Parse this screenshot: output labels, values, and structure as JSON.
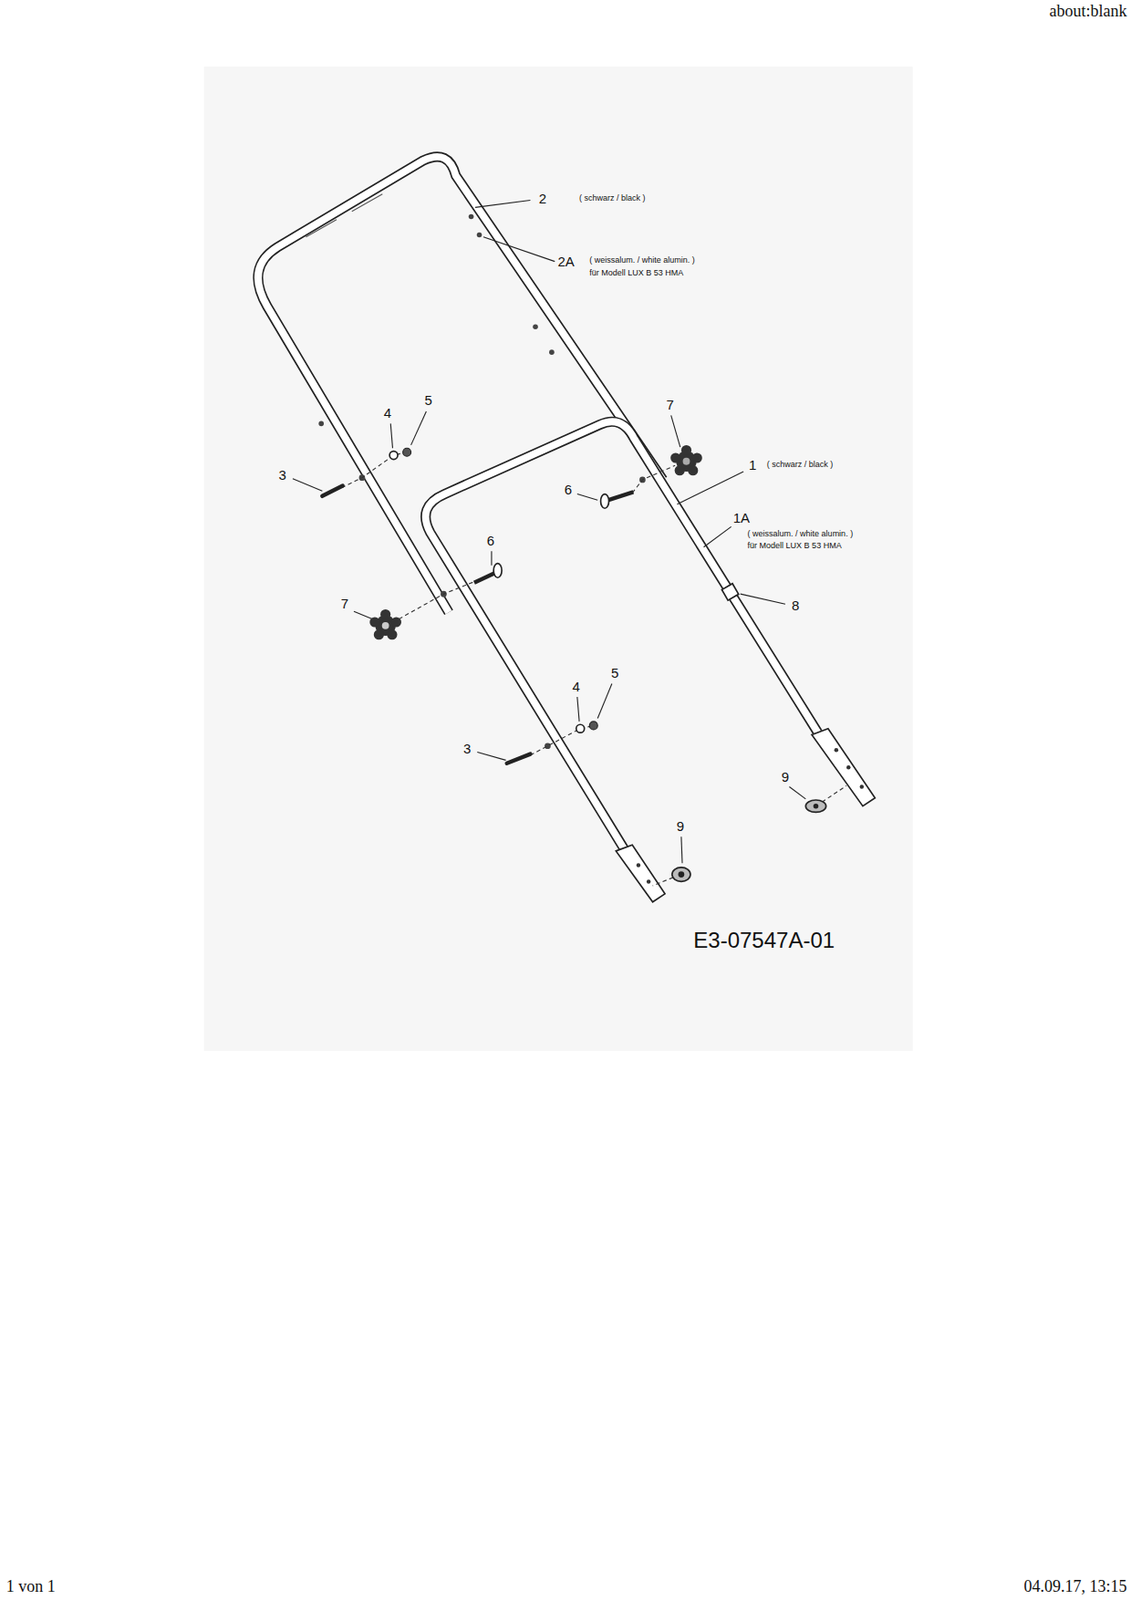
{
  "diagram": {
    "labels": [
      "about:blank",
      "2",
      "( schwarz / black )",
      "2A",
      "( weissalum. / white alumin. )",
      "für Modell LUX B 53 HMA",
      "4",
      "5",
      "3",
      "7",
      "1",
      "( schwarz / black )",
      "6",
      "1A",
      "( weissalum. / white alumin. )",
      "für Modell LUX B 53 HMA",
      "6",
      "7",
      "8",
      "5",
      "4",
      "3",
      "9",
      "9",
      "E3-07547A-01",
      "1 von 1",
      "04.09.17, 13:15"
    ]
  }
}
